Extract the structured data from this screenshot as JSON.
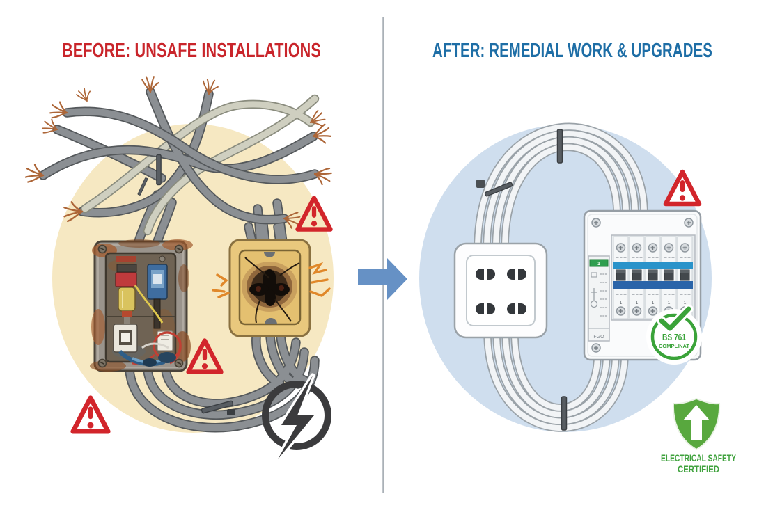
{
  "layout": {
    "background": "#ffffff",
    "divider_color": "#aab1b7"
  },
  "before": {
    "title": "BEFORE: UNSAFE INSTALLATIONS",
    "title_color": "#c9252b",
    "oval_background": "#f6e8c2",
    "warning_triangle_count": 3,
    "icons": [
      "tangled-wires",
      "rusty-junction-box",
      "burnt-socket",
      "warning-triangle",
      "lightning-bolt"
    ]
  },
  "arrow": {
    "direction": "right",
    "fill": "#6691c5",
    "stroke": "#4b77a6"
  },
  "after": {
    "title": "AFTER: REMEDIAL WORK & UPGRADES",
    "title_color": "#1e6ea6",
    "circle_background": "#cfdeee",
    "warning_triangle_count": 1,
    "badge": {
      "line1": "BS 761",
      "line2": "COMPLINAT",
      "color": "#3aa339"
    },
    "panel": {
      "indicator": "1",
      "rcd_label": "FGO",
      "breaker_count": 5,
      "pole_marker": "1",
      "band_color_top": "#2a93ca",
      "band_color_bottom": "#2a64a9"
    },
    "shield": {
      "caption_line1": "ELECTRICAL SAFETY",
      "caption_line2": "CERTIFIED",
      "color": "#58a83e"
    },
    "icons": [
      "coiled-cables",
      "cable-tie",
      "wall-socket",
      "consumer-unit",
      "compliance-badge",
      "warning-triangle",
      "safety-shield"
    ]
  }
}
